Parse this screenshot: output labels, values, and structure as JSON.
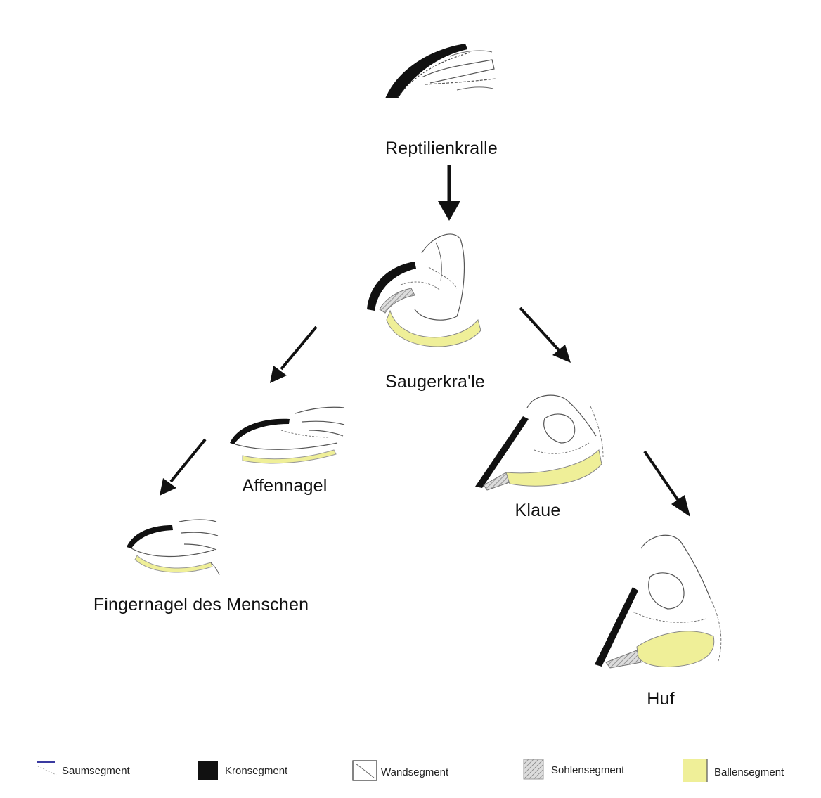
{
  "nodes": {
    "reptile_claw": "Reptilienkralle",
    "mammal_claw": "Saugerkra'le",
    "monkey_nail": "Affennagel",
    "human_fingernail": "Fingernagel des Menschen",
    "cloven_hoof": "Klaue",
    "hoof": "Huf"
  },
  "legend": {
    "seam": "Saumsegment",
    "crown": "Kronsegment",
    "wall": "Wandsegment",
    "sole": "Sohlensegment",
    "bulb": "Ballensegment"
  },
  "colors": {
    "crown": "#111111",
    "bulb": "#efef98",
    "sole": "#9a9a9a",
    "seam": "#3a3aa0",
    "outline": "#444444"
  }
}
